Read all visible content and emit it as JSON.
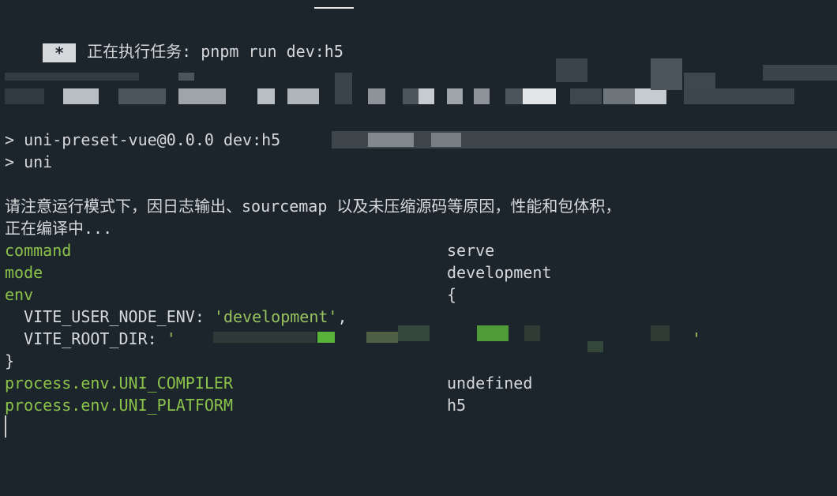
{
  "terminal": {
    "task_badge": "*",
    "task_title": "正在执行任务: pnpm run dev:h5",
    "script_line_1": "> uni-preset-vue@0.0.0 dev:h5",
    "script_line_2": "> uni",
    "notice": "请注意运行模式下，因日志输出、sourcemap 以及未压缩源码等原因，性能和包体积，",
    "compiling": "正在编译中...",
    "config_rows": [
      {
        "key": "command",
        "value": "serve"
      },
      {
        "key": "mode",
        "value": "development"
      },
      {
        "key": "env",
        "value": "{"
      }
    ],
    "env_vite_user_node_env_key": "  VITE_USER_NODE_ENV: ",
    "env_vite_user_node_env_value": "'development'",
    "env_vite_user_node_env_comma": ",",
    "env_vite_root_dir_key": "  VITE_ROOT_DIR: ",
    "env_vite_root_dir_quote_open": "'",
    "env_vite_root_dir_quote_close": "'",
    "env_close": "}",
    "process_rows": [
      {
        "key": "process.env.UNI_COMPILER",
        "value": "undefined"
      },
      {
        "key": "process.env.UNI_PLATFORM",
        "value": "h5"
      }
    ]
  },
  "colors": {
    "background": "#1d252c",
    "foreground": "#d5d8da",
    "key_green": "#8bc34a",
    "string_green": "#98c35f"
  }
}
